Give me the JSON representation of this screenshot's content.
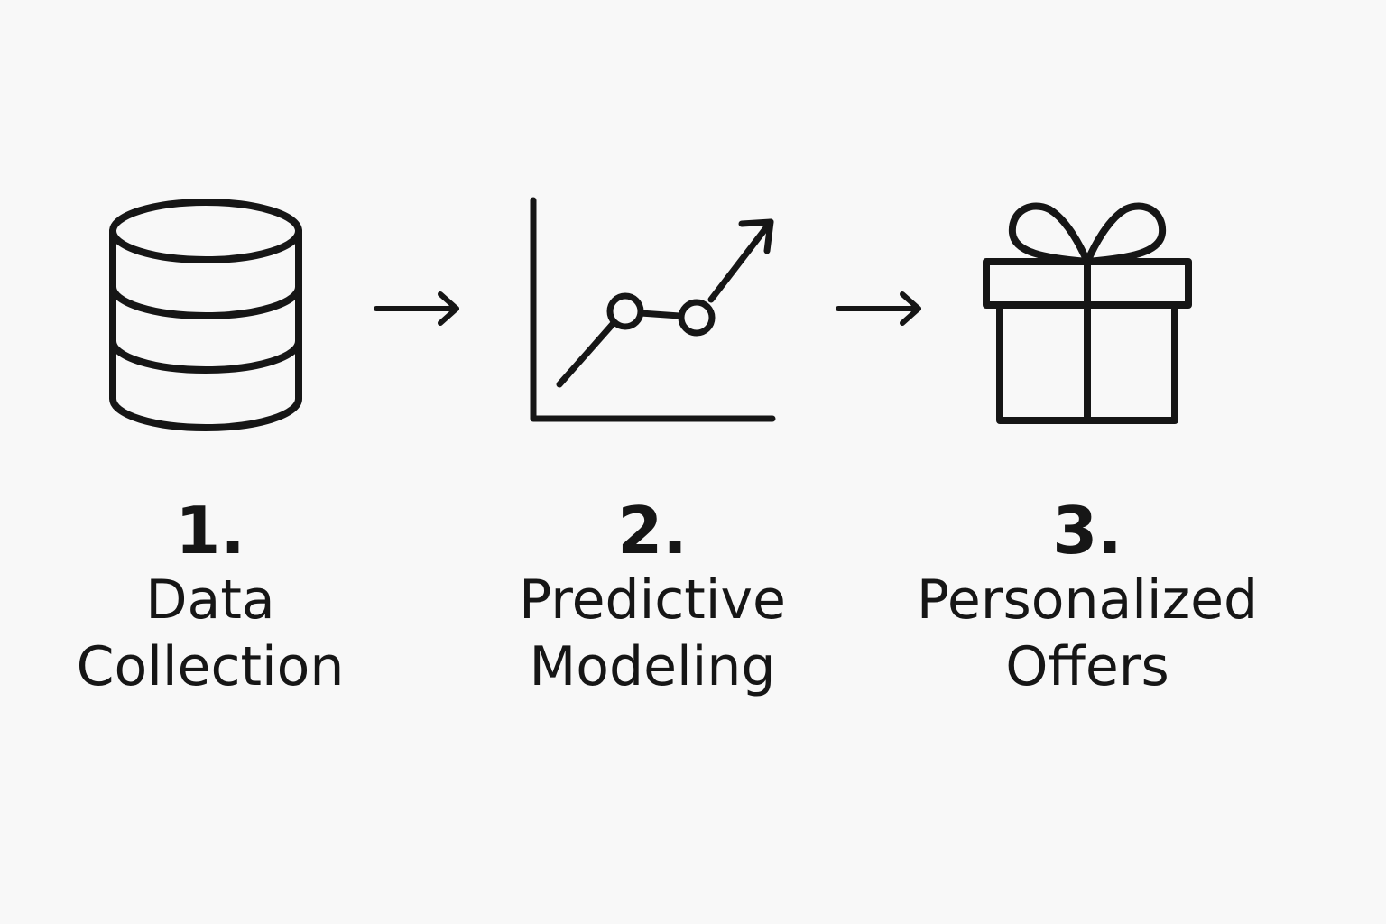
{
  "colors": {
    "background": "#f8f8f8",
    "stroke": "#161616"
  },
  "steps": [
    {
      "number": "1.",
      "label_line1": "Data",
      "label_line2": "Collection",
      "icon": "database-icon"
    },
    {
      "number": "2.",
      "label_line1": "Predictive",
      "label_line2": "Modeling",
      "icon": "trend-chart-icon"
    },
    {
      "number": "3.",
      "label_line1": "Personalized",
      "label_line2": "Offers",
      "icon": "gift-icon"
    }
  ],
  "connectors": [
    "arrow-right-icon",
    "arrow-right-icon"
  ]
}
